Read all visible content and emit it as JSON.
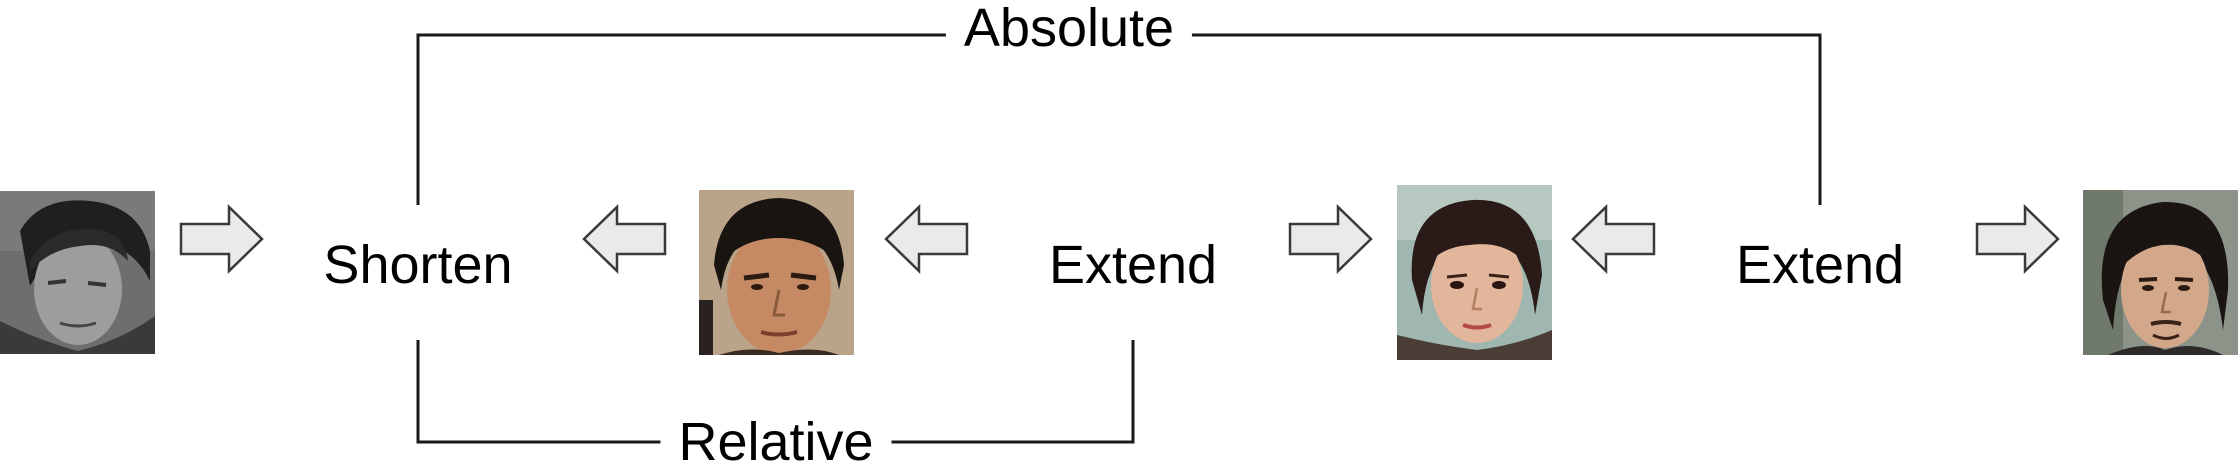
{
  "labels": {
    "absolute": "Absolute",
    "relative": "Relative",
    "shorten": "Shorten",
    "extend_left": "Extend",
    "extend_right": "Extend"
  },
  "faces": [
    {
      "name": "grayscale-man-face-image"
    },
    {
      "name": "man-face-image"
    },
    {
      "name": "woman-face-image"
    },
    {
      "name": "long-haired-man-face-image"
    }
  ],
  "colors": {
    "line": "#1a1a1a",
    "arrow_fill": "#e8eaec",
    "arrow_stroke": "#3a3a3a"
  }
}
